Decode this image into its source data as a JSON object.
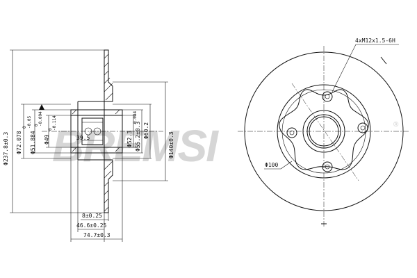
{
  "watermark": {
    "text": "BREMSI",
    "registered": "®"
  },
  "side_view": {
    "diameters": {
      "outer": "Φ237.8±0.3",
      "bearing_bore_a": "Φ72.078",
      "bearing_bore_a_tol_top": "0",
      "bearing_bore_a_tol_bottom": "-0.05",
      "bearing_seat": "Φ51.884",
      "bearing_seat_tol_top": "0",
      "bearing_seat_tol_bottom": "-0.094",
      "inner_bore": "Φ49",
      "inner_bore_tol_top": "0",
      "inner_bore_tol_bottom": "-0.114",
      "hub_inner": "Φ52.3",
      "hub_inner_tol": "0.084",
      "hub_outer": "Φ55.2±0.3",
      "pilot": "Φ60.2",
      "bolt_circle": "Φ140±0.3"
    },
    "lengths": {
      "small": "39.5",
      "thickness": "8±0.25",
      "offset": "46.6±0.25",
      "total_height": "74.7±0.3"
    }
  },
  "front_view": {
    "thread_note": "4xM12x1.5-6H",
    "pcd": "Φ100"
  }
}
